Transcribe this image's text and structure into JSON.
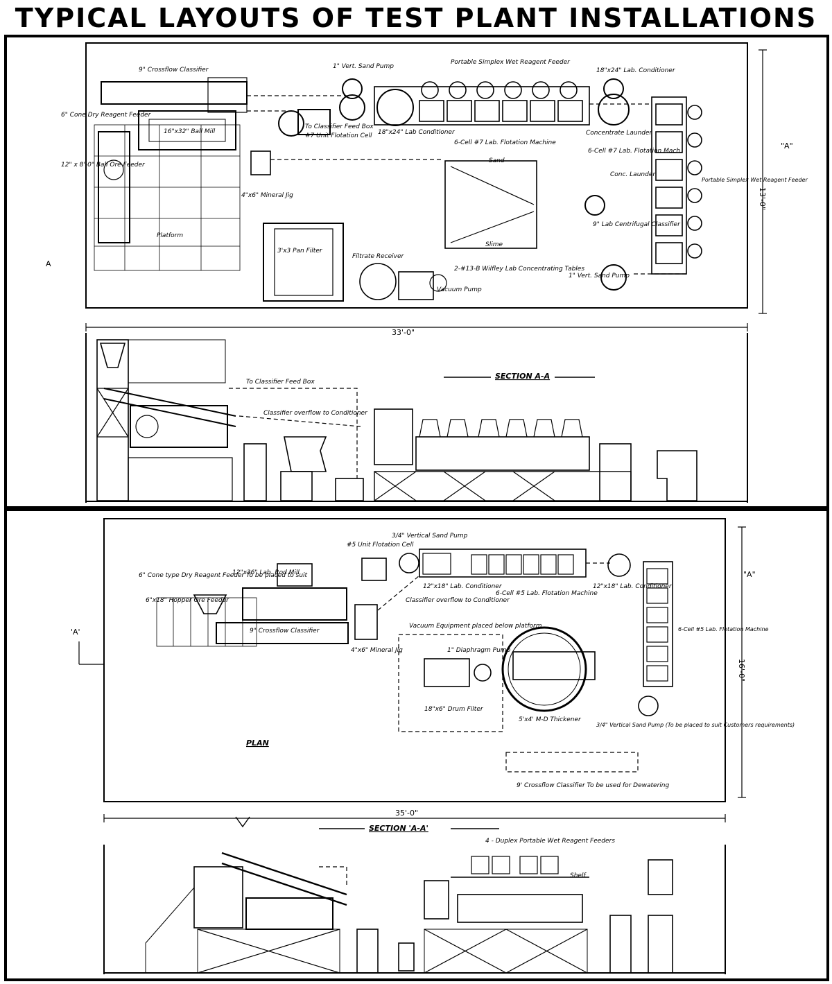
{
  "title": "TYPICAL LAYOUTS OF TEST PLANT INSTALLATIONS",
  "panel_1": {
    "plan_labels": {
      "classifier": "9\" Crossflow Classifier",
      "dry_feeder": "6\" Cone Dry Reagent Feeder",
      "ball_feeder": "12\" x 8'-0\" Ball Ore Feeder",
      "ball_mill": "16\"x32\" Ball Mill",
      "sand_pump_top": "1\" Vert. Sand Pump",
      "to_classifier": "To Classifier Feed Box",
      "flotation_cell": "#7 Unit Flotation Cell",
      "lab_conditioner_a": "18\"x24\" Lab Conditioner",
      "portable_feeder": "Portable Simplex Wet Reagent Feeder",
      "lab_conditioner_b": "18\"x24\" Lab. Conditioner",
      "flotation_machine": "6-Cell #7 Lab. Flotation Machine",
      "concentrate_launder": "Concentrate Launder",
      "flotation_machine_r": "6-Cell #7 Lab. Flotation Mach.",
      "mineral_jig": "4\"x6\" Mineral Jig",
      "platform": "Platform",
      "sand": "Sand",
      "slime": "Slime",
      "tables": "2-#13-B Wilfley Lab Concentrating Tables",
      "conc_launder": "Conc. Launder",
      "portable_feeder_r": "Portable Simplex Wet Reagent Feeder",
      "centrifugal": "9\" Lab Centrifugal Classifier",
      "sand_pump_bottom": "1\" Vert. Sand Pump",
      "pan_filter": "3'x3 Pan Filter",
      "filtrate": "Filtrate Receiver",
      "vacuum_pump": "Vacuum Pump"
    },
    "dim_width": "33'-0\"",
    "dim_height": "13'-0\"",
    "section_marker": "\"A\"",
    "section_marker_left": "A",
    "section_title": "SECTION A-A",
    "elev_labels": {
      "to_feed_box": "To Classifier Feed Box",
      "overflow": "Classifier overflow to Conditioner"
    }
  },
  "panel_2": {
    "plan_labels": {
      "dry_feeder": "6\" Cone type Dry Reagent Feeder To be placed to suit",
      "rod_mill": "12\"x36\" Lab. Rod Mill",
      "hopper": "6\"x18\" Hopper Ore Feeder",
      "unit_cell": "#5 Unit Flotation Cell",
      "sand_pump": "3/4\" Vertical Sand Pump",
      "lab_conditioner_a": "12\"x18\" Lab. Conditioner",
      "overflow": "Classifier overflow to Conditioner",
      "flotation_machine": "6-Cell #5 Lab. Flotation Machine",
      "lab_conditioner_b": "12\"x18\" Lab. Conditioner",
      "flotation_machine_r": "6-Cell #5 Lab. Flotation Machine",
      "classifier": "9\" Crossflow Classifier",
      "mineral_jig": "4\"x6\" Mineral Jig",
      "vacuum": "Vacuum Equipment placed below platform",
      "dia_pump": "1\" Diaphragm Pump",
      "drum_filter": "18\"x6\" Drum Filter",
      "thickener": "5'x4' M-D Thickener",
      "sand_pump_r": "3/4\" Vertical Sand Pump (To be placed to suit Customers requirements)",
      "plan": "PLAN",
      "dewatering": "9' Crossflow Classifier To be used for Dewatering"
    },
    "dim_width": "35'-0\"",
    "dim_height": "16'-0\"",
    "section_marker": "\"A\"",
    "section_marker_left": "'A'",
    "section_title": "SECTION 'A-A'",
    "elev_labels": {
      "duplex": "4 - Duplex Portable Wet Reagent Feeders",
      "shelf": "Shelf"
    }
  }
}
